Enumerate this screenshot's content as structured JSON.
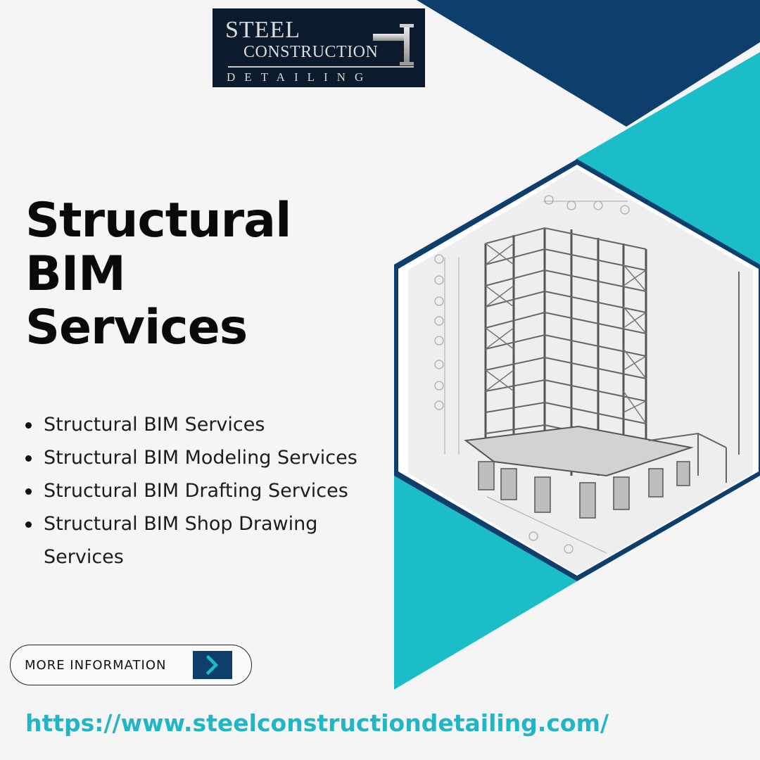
{
  "brand": {
    "logo_line1": "STEEL",
    "logo_line2": "CONSTRUCTION",
    "logo_line3": "DETAILING"
  },
  "headline": {
    "line1": "Structural",
    "line2": "BIM",
    "line3": "Services"
  },
  "services": [
    "Structural BIM Services",
    "Structural BIM Modeling Services",
    "Structural BIM Drafting Services",
    "Structural BIM Shop Drawing Services"
  ],
  "cta": {
    "label": "MORE INFORMATION",
    "icon": "chevron-right-icon"
  },
  "url": "https://www.steelconstructiondetailing.com/",
  "colors": {
    "navy": "#0e3e6b",
    "teal": "#1bbdc8",
    "background": "#f5f5f5",
    "url_text": "#21b6c6"
  },
  "illustration": "steel-frame-building-3d-model"
}
